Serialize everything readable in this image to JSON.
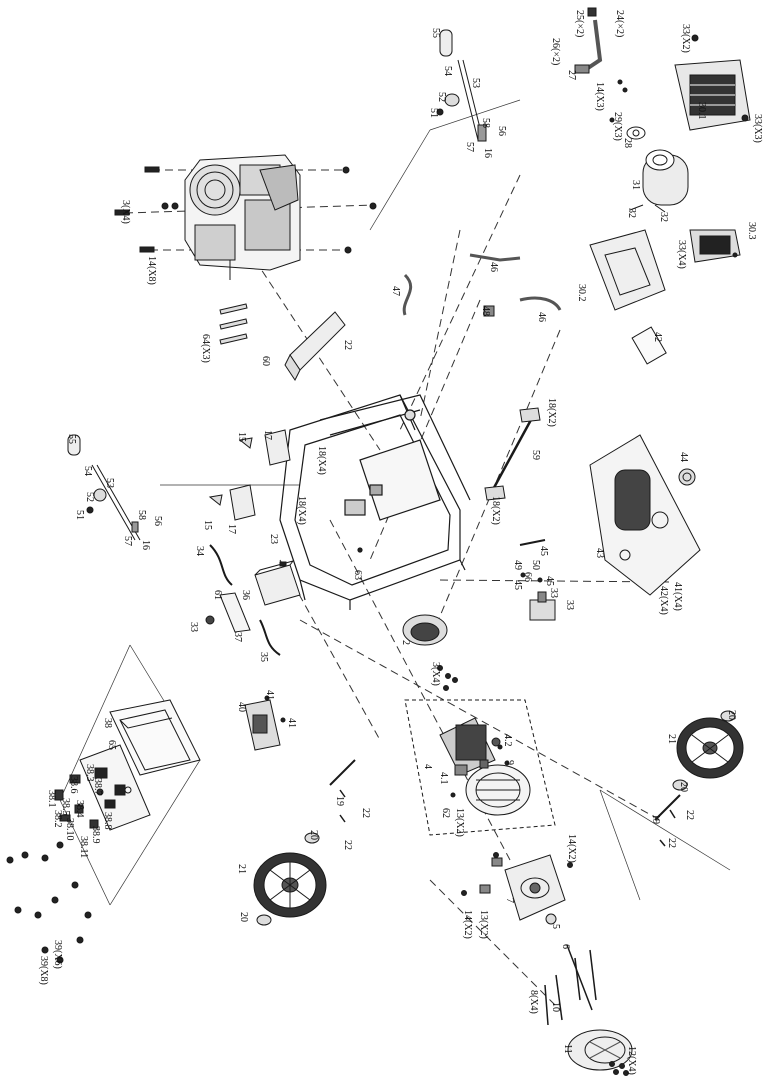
{
  "diagram": {
    "callouts": [
      {
        "id": "c55a",
        "text": "55"
      },
      {
        "id": "c54a",
        "text": "54"
      },
      {
        "id": "c53a",
        "text": "53"
      },
      {
        "id": "c52a",
        "text": "52"
      },
      {
        "id": "c51a",
        "text": "51"
      },
      {
        "id": "c58a",
        "text": "58"
      },
      {
        "id": "c56a",
        "text": "56"
      },
      {
        "id": "c57a",
        "text": "57"
      },
      {
        "id": "c16a",
        "text": "16"
      },
      {
        "id": "c24",
        "text": "24(×2)"
      },
      {
        "id": "c25",
        "text": "25(×2)"
      },
      {
        "id": "c26",
        "text": "26(×2)"
      },
      {
        "id": "c27",
        "text": "27"
      },
      {
        "id": "c14x3",
        "text": "14(X3)"
      },
      {
        "id": "c29",
        "text": "29(X3)"
      },
      {
        "id": "c28",
        "text": "28"
      },
      {
        "id": "c33x2",
        "text": "33(X2)"
      },
      {
        "id": "c301",
        "text": "30.1"
      },
      {
        "id": "c33x3",
        "text": "33(X3)"
      },
      {
        "id": "c31",
        "text": "31"
      },
      {
        "id": "c32a",
        "text": "32"
      },
      {
        "id": "c32b",
        "text": "32"
      },
      {
        "id": "c303",
        "text": "30.3"
      },
      {
        "id": "c33x4",
        "text": "33(X4)"
      },
      {
        "id": "c302",
        "text": "30.2"
      },
      {
        "id": "c42",
        "text": "42"
      },
      {
        "id": "c3x4a",
        "text": "3(X4)"
      },
      {
        "id": "c14x8",
        "text": "14(X8)"
      },
      {
        "id": "c46a",
        "text": "46"
      },
      {
        "id": "c47",
        "text": "47"
      },
      {
        "id": "c48",
        "text": "48"
      },
      {
        "id": "c46b",
        "text": "46"
      },
      {
        "id": "c64",
        "text": "64(X3)"
      },
      {
        "id": "c60",
        "text": "60"
      },
      {
        "id": "c22a",
        "text": "22"
      },
      {
        "id": "c18x2a",
        "text": "18(X2)"
      },
      {
        "id": "c59",
        "text": "59"
      },
      {
        "id": "c18x2b",
        "text": "18(X2)"
      },
      {
        "id": "c44",
        "text": "44"
      },
      {
        "id": "c43",
        "text": "43"
      },
      {
        "id": "c55b",
        "text": "55"
      },
      {
        "id": "c54b",
        "text": "54"
      },
      {
        "id": "c53b",
        "text": "53"
      },
      {
        "id": "c52b",
        "text": "52"
      },
      {
        "id": "c51b",
        "text": "51"
      },
      {
        "id": "c58b",
        "text": "58"
      },
      {
        "id": "c56b",
        "text": "56"
      },
      {
        "id": "c57b",
        "text": "57"
      },
      {
        "id": "c16b",
        "text": "16"
      },
      {
        "id": "c15a",
        "text": "15"
      },
      {
        "id": "c17a",
        "text": "17"
      },
      {
        "id": "c15b",
        "text": "15"
      },
      {
        "id": "c17b",
        "text": "17"
      },
      {
        "id": "c18x4",
        "text": "18(X4)"
      },
      {
        "id": "c18x4b",
        "text": "18(X4)"
      },
      {
        "id": "c23",
        "text": "23"
      },
      {
        "id": "c63",
        "text": "63"
      },
      {
        "id": "c34",
        "text": "34"
      },
      {
        "id": "c36",
        "text": "36"
      },
      {
        "id": "c61",
        "text": "61"
      },
      {
        "id": "c33a",
        "text": "33"
      },
      {
        "id": "c37",
        "text": "37"
      },
      {
        "id": "c35",
        "text": "35"
      },
      {
        "id": "c45a",
        "text": "45"
      },
      {
        "id": "c50",
        "text": "50"
      },
      {
        "id": "c49",
        "text": "49"
      },
      {
        "id": "c66",
        "text": "66"
      },
      {
        "id": "c45b",
        "text": "45"
      },
      {
        "id": "c45c",
        "text": "45"
      },
      {
        "id": "c33b",
        "text": "33"
      },
      {
        "id": "c33c",
        "text": "33"
      },
      {
        "id": "c41x4",
        "text": "41(X4)"
      },
      {
        "id": "c42x4",
        "text": "42(X4)"
      },
      {
        "id": "c2",
        "text": "2"
      },
      {
        "id": "c3x4b",
        "text": "3(X4)"
      },
      {
        "id": "c38",
        "text": "38"
      },
      {
        "id": "c65",
        "text": "65"
      },
      {
        "id": "c40",
        "text": "40"
      },
      {
        "id": "c41a",
        "text": "41"
      },
      {
        "id": "c41b",
        "text": "41"
      },
      {
        "id": "c4",
        "text": "4"
      },
      {
        "id": "c42n",
        "text": "4.2"
      },
      {
        "id": "c41n",
        "text": "4.1"
      },
      {
        "id": "c9",
        "text": "9"
      },
      {
        "id": "c62",
        "text": "62"
      },
      {
        "id": "c13x2a",
        "text": "13(X2)"
      },
      {
        "id": "c20a",
        "text": "20"
      },
      {
        "id": "c21a",
        "text": "21"
      },
      {
        "id": "c20b",
        "text": "20"
      },
      {
        "id": "c19a",
        "text": "19"
      },
      {
        "id": "c22b",
        "text": "22"
      },
      {
        "id": "c22c",
        "text": "22"
      },
      {
        "id": "c19b",
        "text": "19"
      },
      {
        "id": "c22d",
        "text": "22"
      },
      {
        "id": "c22e",
        "text": "22"
      },
      {
        "id": "c20c",
        "text": "20"
      },
      {
        "id": "c21b",
        "text": "21"
      },
      {
        "id": "c20d",
        "text": "20"
      },
      {
        "id": "c14x2",
        "text": "14(X2)"
      },
      {
        "id": "c7",
        "text": "7"
      },
      {
        "id": "c13x2b",
        "text": "13(X2)"
      },
      {
        "id": "c14x2b",
        "text": "14(X2)"
      },
      {
        "id": "c5",
        "text": "5"
      },
      {
        "id": "c6",
        "text": "6"
      },
      {
        "id": "c8x4",
        "text": "8(X4)"
      },
      {
        "id": "c10",
        "text": "10"
      },
      {
        "id": "c11",
        "text": "11"
      },
      {
        "id": "c12x4",
        "text": "12(X4)"
      },
      {
        "id": "c39x6",
        "text": "39(X6)"
      },
      {
        "id": "c39x8",
        "text": "39(X8)"
      },
      {
        "id": "c383",
        "text": "38.3"
      },
      {
        "id": "c387",
        "text": "38.7"
      },
      {
        "id": "c386",
        "text": "38.6"
      },
      {
        "id": "c381",
        "text": "38.1"
      },
      {
        "id": "c385",
        "text": "38.5"
      },
      {
        "id": "c384",
        "text": "38.4"
      },
      {
        "id": "c388",
        "text": "38.8"
      },
      {
        "id": "c382",
        "text": "38.2"
      },
      {
        "id": "c3810",
        "text": "38.10"
      },
      {
        "id": "c389",
        "text": "38.9"
      },
      {
        "id": "c3811",
        "text": "38.11"
      }
    ]
  }
}
